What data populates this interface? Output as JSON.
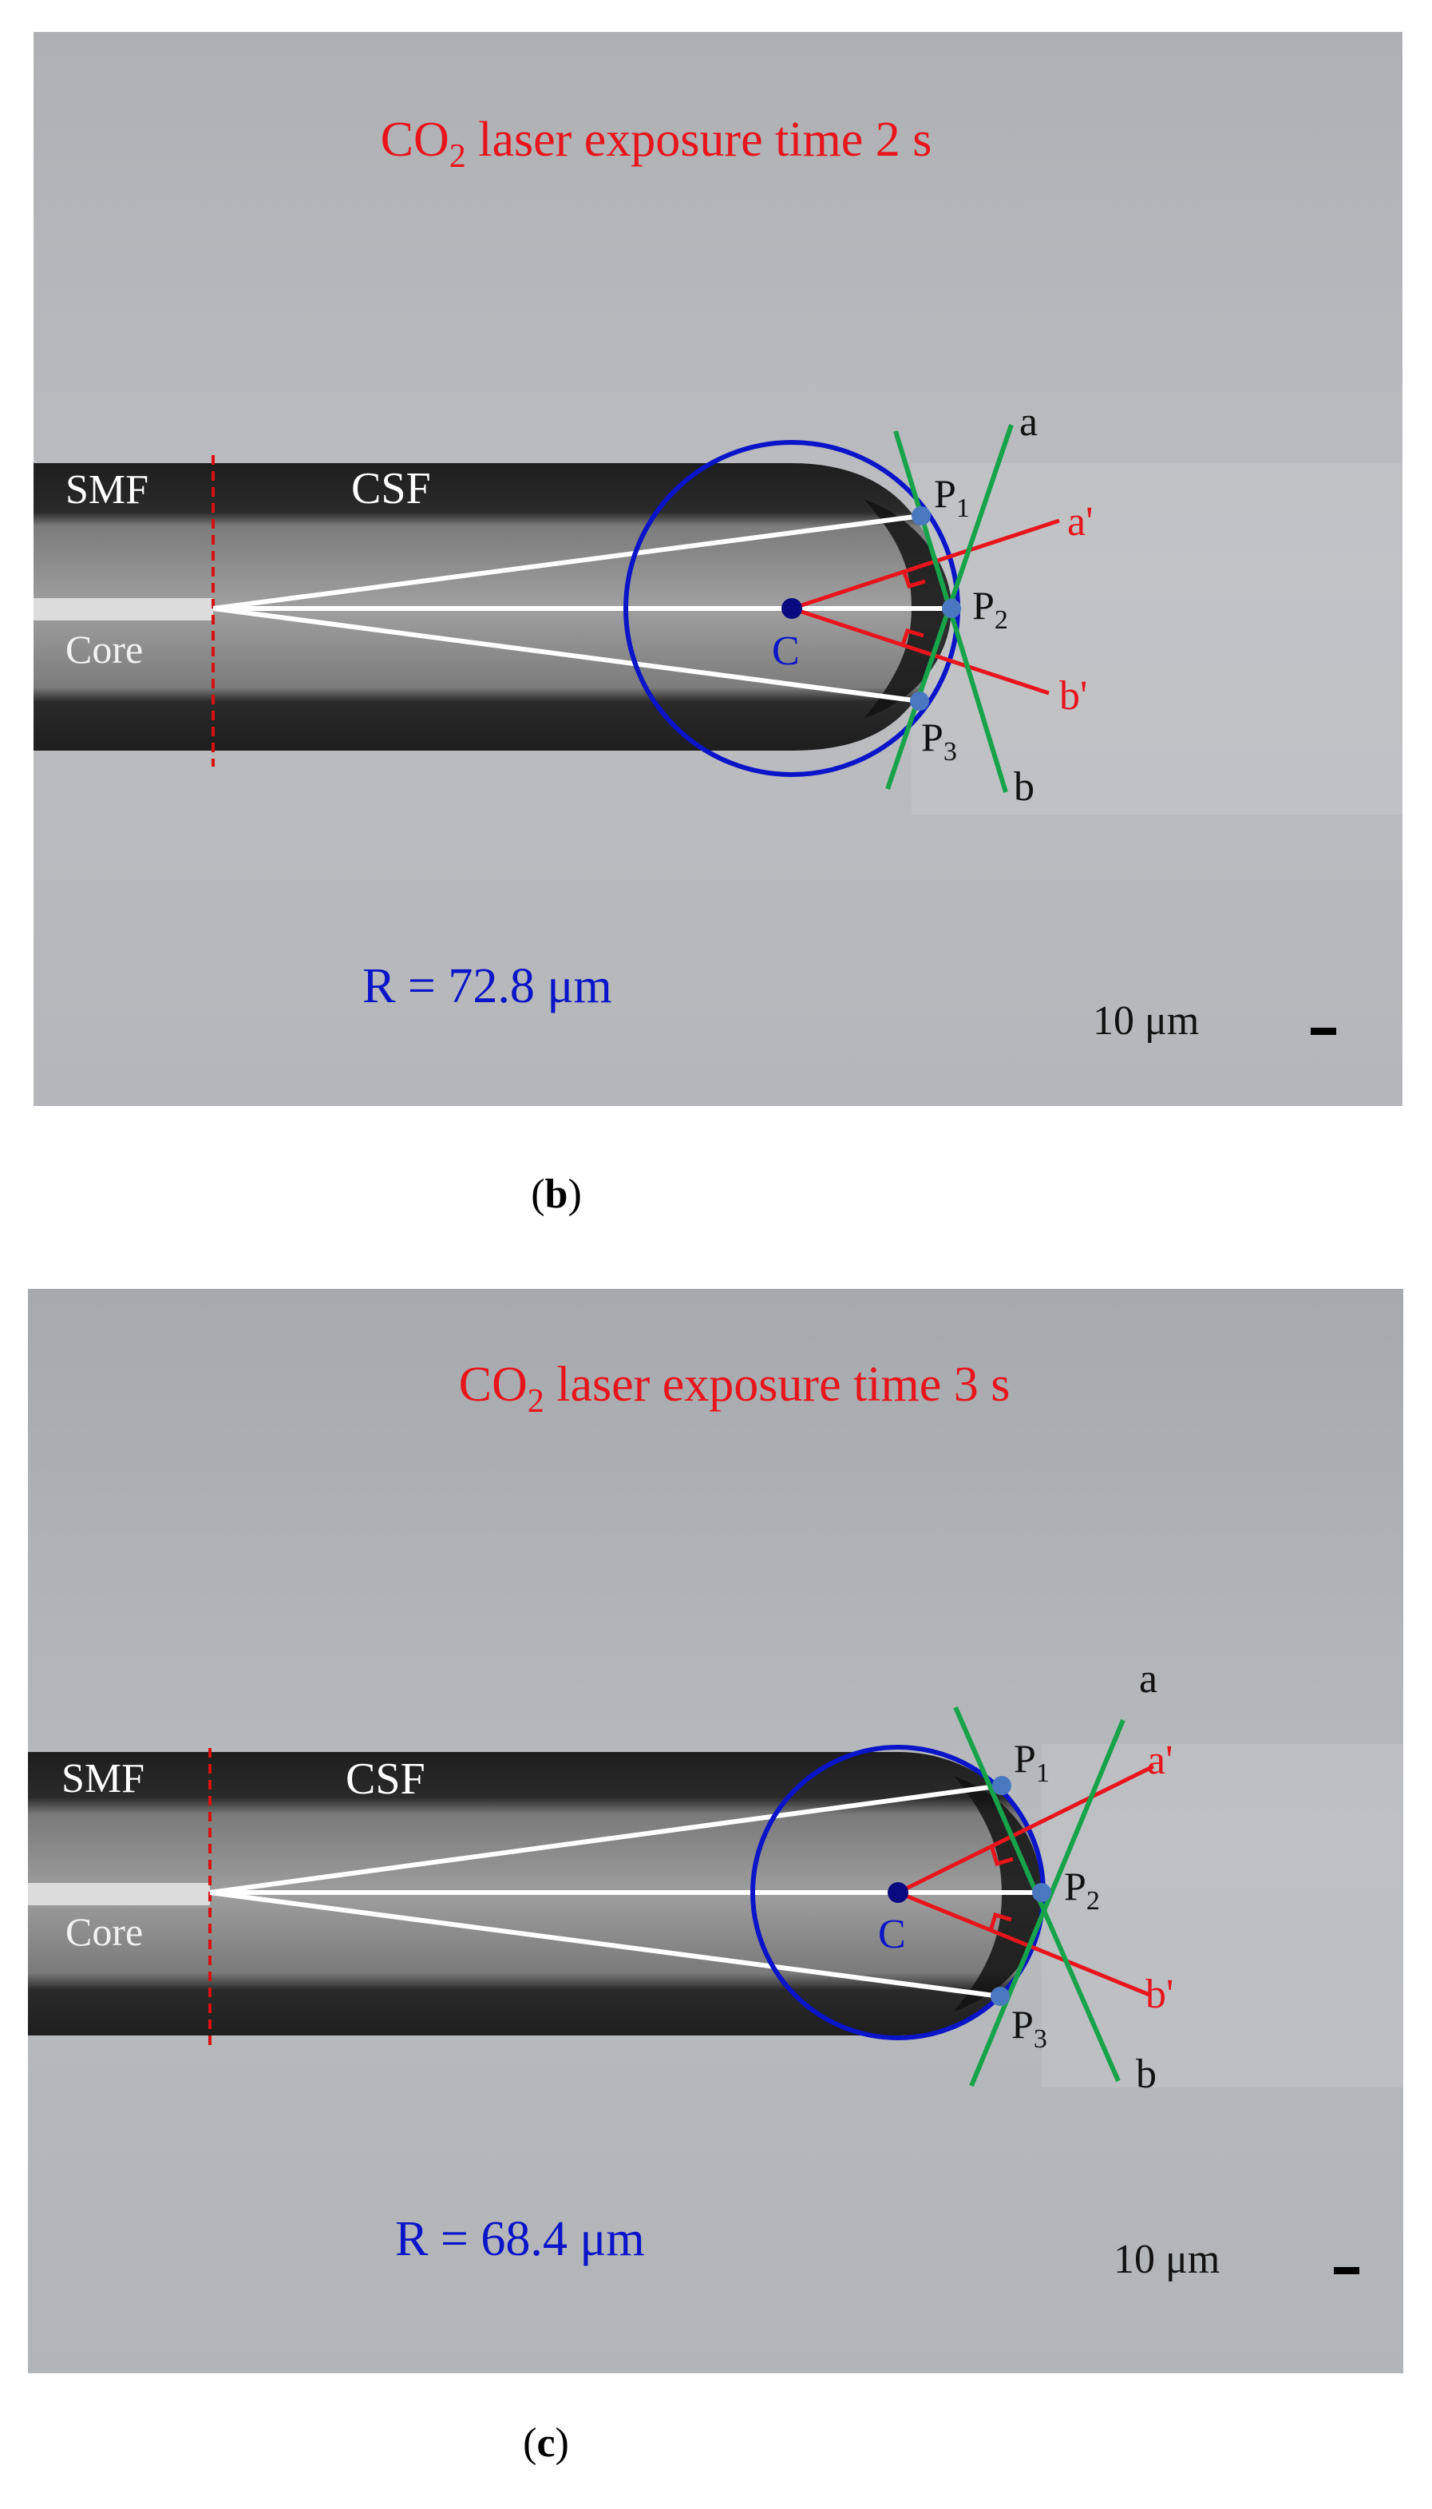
{
  "colors": {
    "background_gray": "#b9bbbe",
    "fiber_dark": "#1e1e1e",
    "fiber_inner": "#8d8d8d",
    "core_light": "#dcdcdc",
    "title_red": "#e8141c",
    "circle_blue": "#0a14c8",
    "tangent_green": "#17a34a",
    "point_blue": "#4a78c0",
    "center_dark": "#0a0a80",
    "line_white": "#ffffff",
    "dash_red": "#d81010",
    "label_black": "#111111"
  },
  "panels": [
    {
      "id": "b",
      "caption_open": "(",
      "caption_letter": "b",
      "caption_close": ")",
      "title_prefix": "CO",
      "title_sub": "2",
      "title_rest": " laser exposure time 2 s",
      "radius_label": "R = 72.8 μm",
      "scale_label": "10 μm",
      "labels": {
        "smf": "SMF",
        "csf": "CSF",
        "core": "Core",
        "c": "C",
        "p1": "P",
        "p1_sub": "1",
        "p2": "P",
        "p2_sub": "2",
        "p3": "P",
        "p3_sub": "3",
        "a": "a",
        "b": "b",
        "a_prime": "a'",
        "b_prime": "b'"
      }
    },
    {
      "id": "c",
      "caption_open": "(",
      "caption_letter": "c",
      "caption_close": ")",
      "title_prefix": "CO",
      "title_sub": "2",
      "title_rest": " laser exposure time 3 s",
      "radius_label": "R = 68.4 μm",
      "scale_label": "10 μm",
      "labels": {
        "smf": "SMF",
        "csf": "CSF",
        "core": "Core",
        "c": "C",
        "p1": "P",
        "p1_sub": "1",
        "p2": "P",
        "p2_sub": "2",
        "p3": "P",
        "p3_sub": "3",
        "a": "a",
        "b": "b",
        "a_prime": "a'",
        "b_prime": "b'"
      }
    }
  ]
}
